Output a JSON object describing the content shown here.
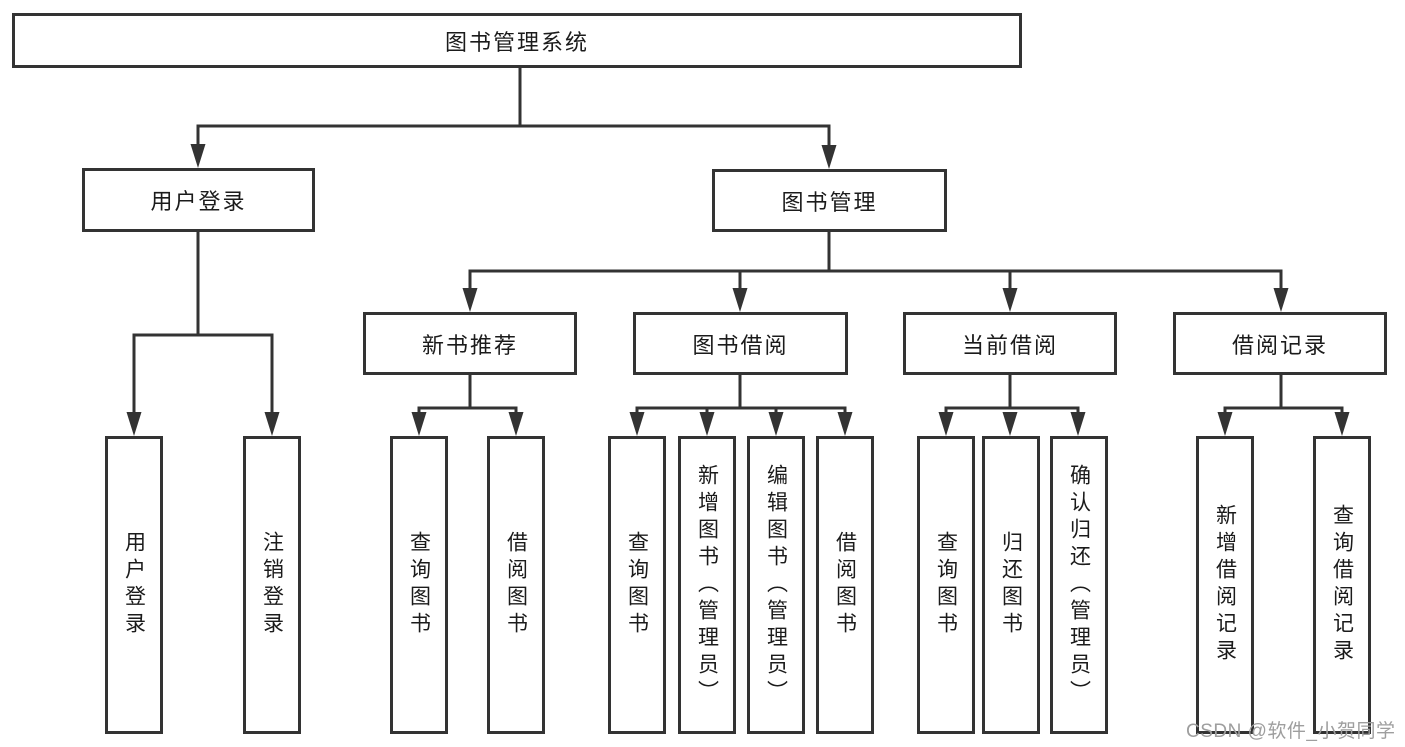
{
  "colors": {
    "line": "#333333",
    "box_border": "#333333",
    "text": "#1b1b1b",
    "watermark": "#9e9e9e",
    "background": "#ffffff"
  },
  "watermark": {
    "text": "CSDN @软件_小贺同学"
  },
  "diagram": {
    "type": "tree",
    "root": {
      "label": "图书管理系统",
      "children": [
        {
          "label": "用户登录",
          "children": [
            {
              "label": "用户登录"
            },
            {
              "label": "注销登录"
            }
          ]
        },
        {
          "label": "图书管理",
          "children": [
            {
              "label": "新书推荐",
              "children": [
                {
                  "label": "查询图书"
                },
                {
                  "label": "借阅图书"
                }
              ]
            },
            {
              "label": "图书借阅",
              "children": [
                {
                  "label": "查询图书"
                },
                {
                  "label": "新增图书（管理员）"
                },
                {
                  "label": "编辑图书（管理员）"
                },
                {
                  "label": "借阅图书"
                }
              ]
            },
            {
              "label": "当前借阅",
              "children": [
                {
                  "label": "查询图书"
                },
                {
                  "label": "归还图书"
                },
                {
                  "label": "确认归还（管理员）"
                }
              ]
            },
            {
              "label": "借阅记录",
              "children": [
                {
                  "label": "新增借阅记录"
                },
                {
                  "label": "查询借阅记录"
                }
              ]
            }
          ]
        }
      ]
    }
  }
}
